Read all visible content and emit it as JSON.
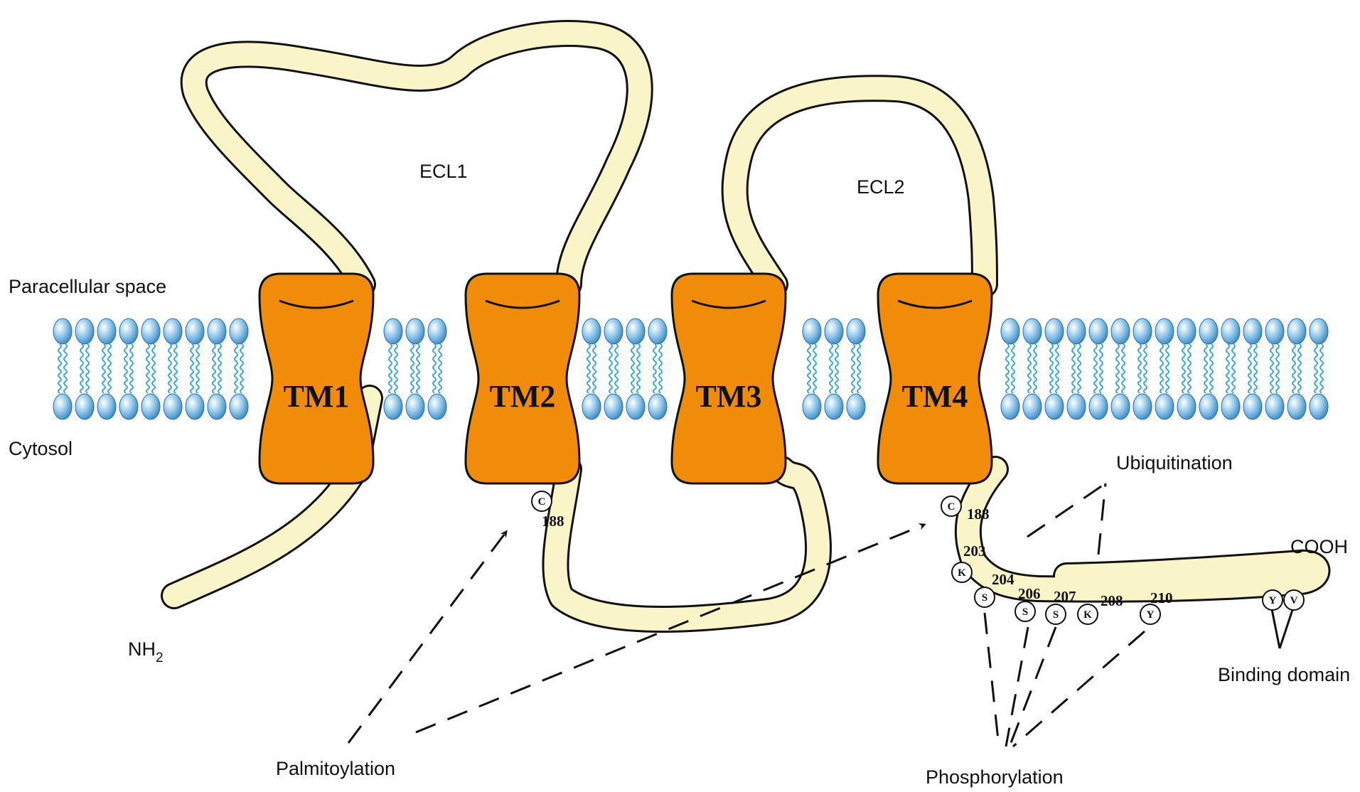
{
  "labels": {
    "paracellular_space": "Paracellular space",
    "cytosol": "Cytosol",
    "ecl1": "ECL1",
    "ecl2": "ECL2",
    "nh2": "NH",
    "nh2_subscript": "2",
    "cooh": "COOH",
    "ubiquitination": "Ubiquitination",
    "palmitoylation": "Palmitoylation",
    "phosphorylation": "Phosphorylation",
    "binding_domain": "Binding domain"
  },
  "helices": [
    {
      "label": "TM1"
    },
    {
      "label": "TM2"
    },
    {
      "label": "TM3"
    },
    {
      "label": "TM4"
    }
  ],
  "residues": {
    "tm2_c": {
      "letter": "C",
      "number": "188"
    },
    "tm4_c": {
      "letter": "C",
      "number": "188"
    },
    "k203": {
      "letter": "K",
      "number": "203"
    },
    "s204": {
      "letter": "S",
      "number": "204"
    },
    "s206": {
      "letter": "S",
      "number": "206"
    },
    "s207": {
      "letter": "S",
      "number": "207"
    },
    "k208": {
      "letter": "K",
      "number": "208"
    },
    "y210": {
      "letter": "Y",
      "number": "210"
    },
    "y_end": {
      "letter": "Y"
    },
    "v_end": {
      "letter": "V"
    }
  },
  "colors": {
    "helix": "#F08C0A",
    "loop": "#FAF5C8",
    "outline": "#111111",
    "lipid_head": "#4A9ED6",
    "lipid_tail": "#3BA7DB"
  }
}
